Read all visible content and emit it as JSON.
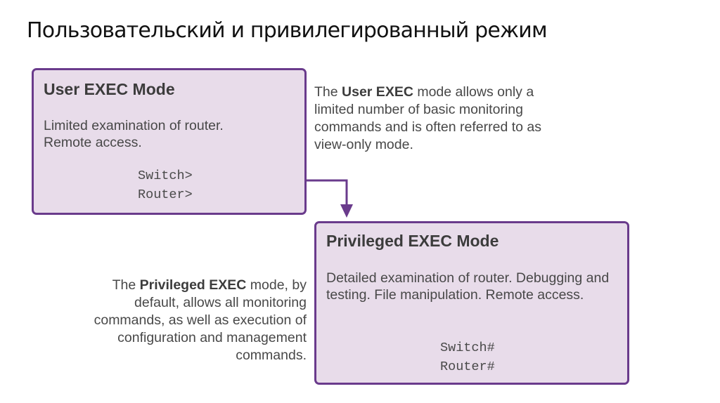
{
  "slide": {
    "title": "Пользовательский и привилегированный режим"
  },
  "user_mode": {
    "heading": "User EXEC Mode",
    "description_lines": [
      "Limited examination of router.",
      "Remote access."
    ],
    "prompts": [
      "Switch>",
      "Router>"
    ]
  },
  "user_callout": {
    "prefix": "The ",
    "bold": "User EXEC",
    "suffix": "  mode allows only a limited number of basic monitoring commands and is often referred to as view-only mode."
  },
  "privileged_mode": {
    "heading": "Privileged EXEC Mode",
    "description": "Detailed examination of router. Debugging and testing. File manipulation. Remote access.",
    "prompts": [
      "Switch#",
      "Router#"
    ]
  },
  "privileged_callout": {
    "prefix": "The ",
    "bold": "Privileged EXEC",
    "suffix": " mode, by default, allows all monitoring commands, as well as execution of configuration and management commands."
  },
  "colors": {
    "box_fill": "#e8dcea",
    "box_border": "#6a3b8c",
    "arrow": "#6a3b8c"
  }
}
